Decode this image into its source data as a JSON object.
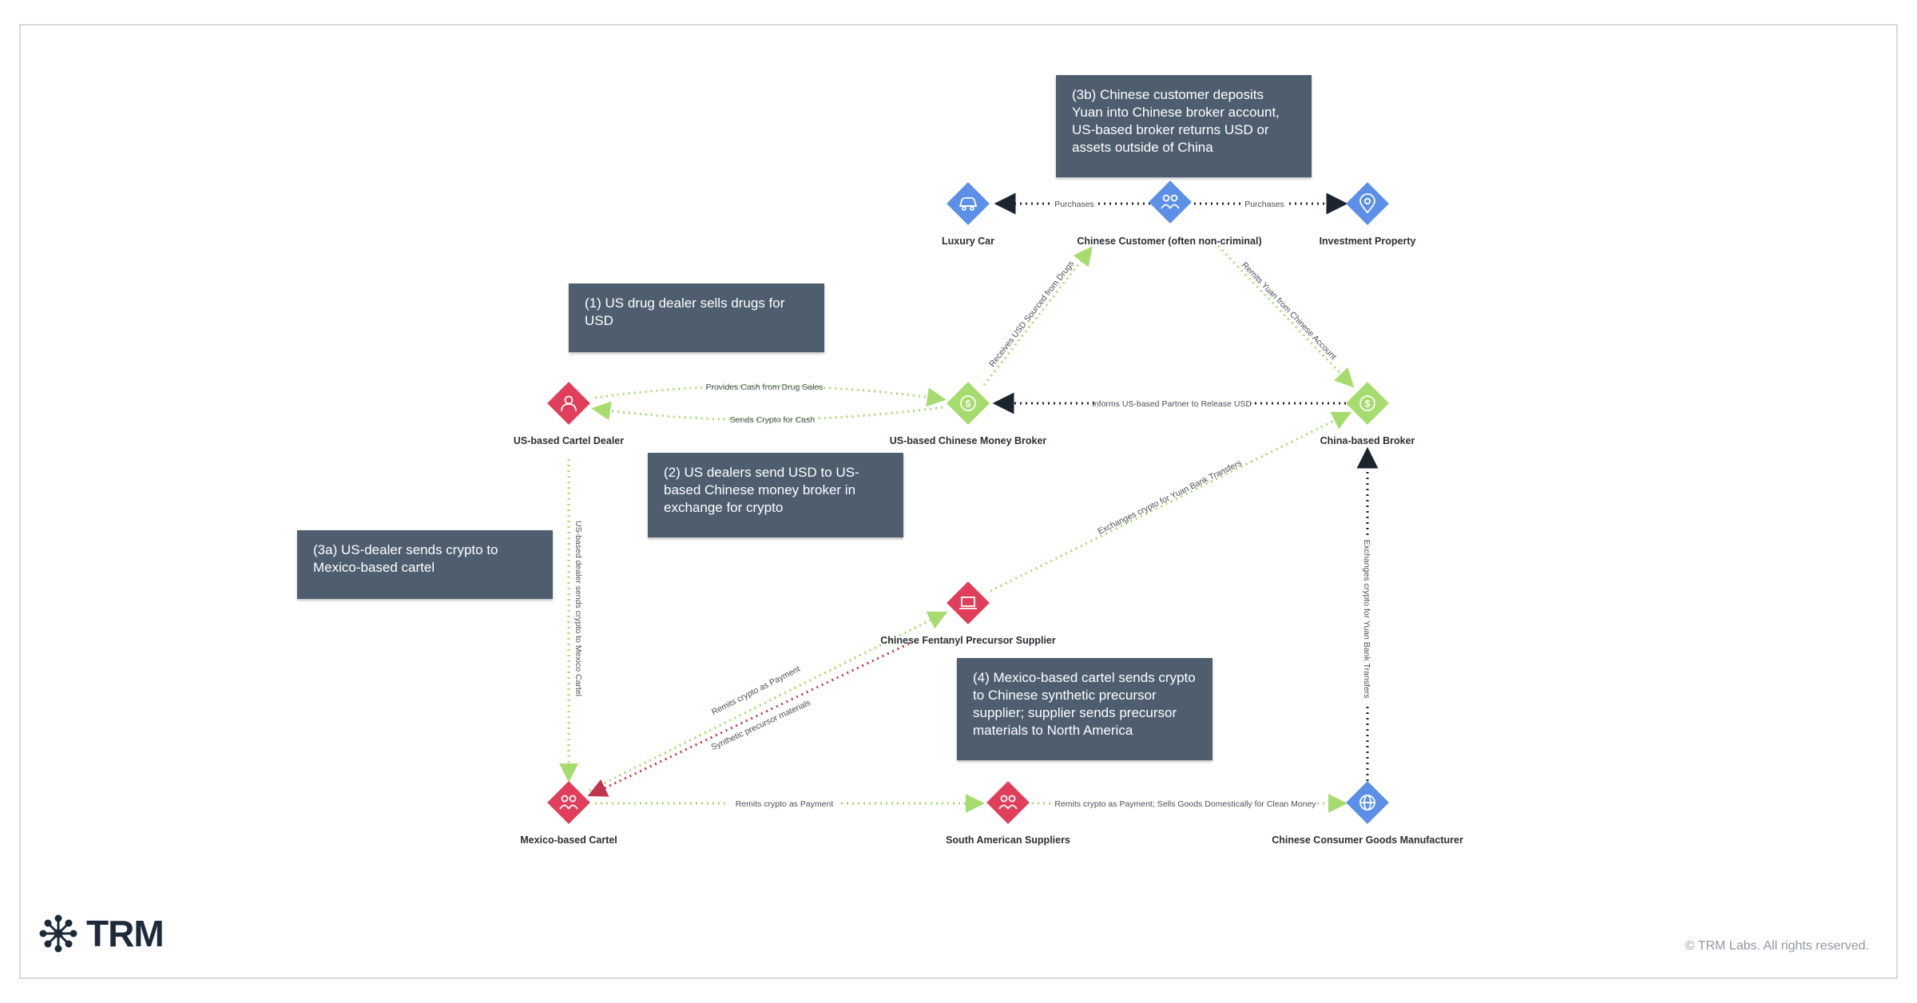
{
  "nodes": {
    "luxury_car": {
      "label": "Luxury Car",
      "color": "#5b8fe8",
      "icon": "car-icon"
    },
    "chinese_customer": {
      "label": "Chinese Customer (often non-criminal)",
      "color": "#5b8fe8",
      "icon": "people-icon"
    },
    "investment_property": {
      "label": "Investment Property",
      "color": "#5b8fe8",
      "icon": "location-pin-icon"
    },
    "us_cartel_dealer": {
      "label": "US-based Cartel Dealer",
      "color": "#e03e5a",
      "icon": "person-icon"
    },
    "us_money_broker": {
      "label": "US-based Chinese Money Broker",
      "color": "#a6db6d",
      "icon": "dollar-icon"
    },
    "china_broker": {
      "label": "China-based Broker",
      "color": "#a6db6d",
      "icon": "dollar-icon"
    },
    "fentanyl_supplier": {
      "label": "Chinese Fentanyl Precursor Supplier",
      "color": "#e03e5a",
      "icon": "laptop-icon"
    },
    "mexico_cartel": {
      "label": "Mexico-based Cartel",
      "color": "#e03e5a",
      "icon": "people-icon"
    },
    "south_american_suppliers": {
      "label": "South American Suppliers",
      "color": "#e03e5a",
      "icon": "people-icon"
    },
    "consumer_goods_manufacturer": {
      "label": "Chinese Consumer Goods Manufacturer",
      "color": "#5b8fe8",
      "icon": "globe-icon"
    }
  },
  "edges": {
    "purchases_car": "Purchases",
    "purchases_property": "Purchases",
    "receives_usd": "Receives USD Sourced from Drugs",
    "remits_yuan": "Remits Yuan from Chinese Account",
    "provides_cash": "Provides Cash from Drug Sales",
    "sends_crypto_cash": "Sends Crypto for Cash",
    "informs_partner": "Informs US-based Partner to Release USD",
    "dealer_to_cartel": "US-based dealer sends crypto to Mexico Cartel",
    "exchanges_crypto_supplier": "Exchanges crypto for Yuan Bank Transfers",
    "exchanges_crypto_manufacturer": "Exchanges crypto for Yuan Bank Transfers",
    "remits_payment_supplier": "Remits crypto as Payment",
    "synthetic_materials": "Synthetic precursor materials",
    "remits_payment_south": "Remits crypto as Payment",
    "remits_payment_goods": "Remits crypto as Payment; Sells Goods Domestically for Clean Money"
  },
  "callouts": {
    "step_1": "(1) US drug dealer sells drugs for USD",
    "step_2": "(2) US dealers send USD to US-based Chinese money broker in exchange for crypto",
    "step_3a": "(3a) US-dealer sends crypto to Mexico-based cartel",
    "step_3b": "(3b) Chinese customer deposits Yuan into Chinese broker account, US-based broker returns USD or assets outside of China",
    "step_4": "(4) Mexico-based cartel sends crypto to Chinese synthetic precursor supplier; supplier sends precursor materials to North America"
  },
  "colors": {
    "callout_bg": "#4e5e6f",
    "green_arrow": "#a6db6d",
    "red_arrow": "#c2334d",
    "black_arrow": "#1c2430"
  },
  "brand": {
    "name": "TRM",
    "logo_icon": "trm-network-logo-icon"
  },
  "copyright": "© TRM Labs. All rights reserved."
}
